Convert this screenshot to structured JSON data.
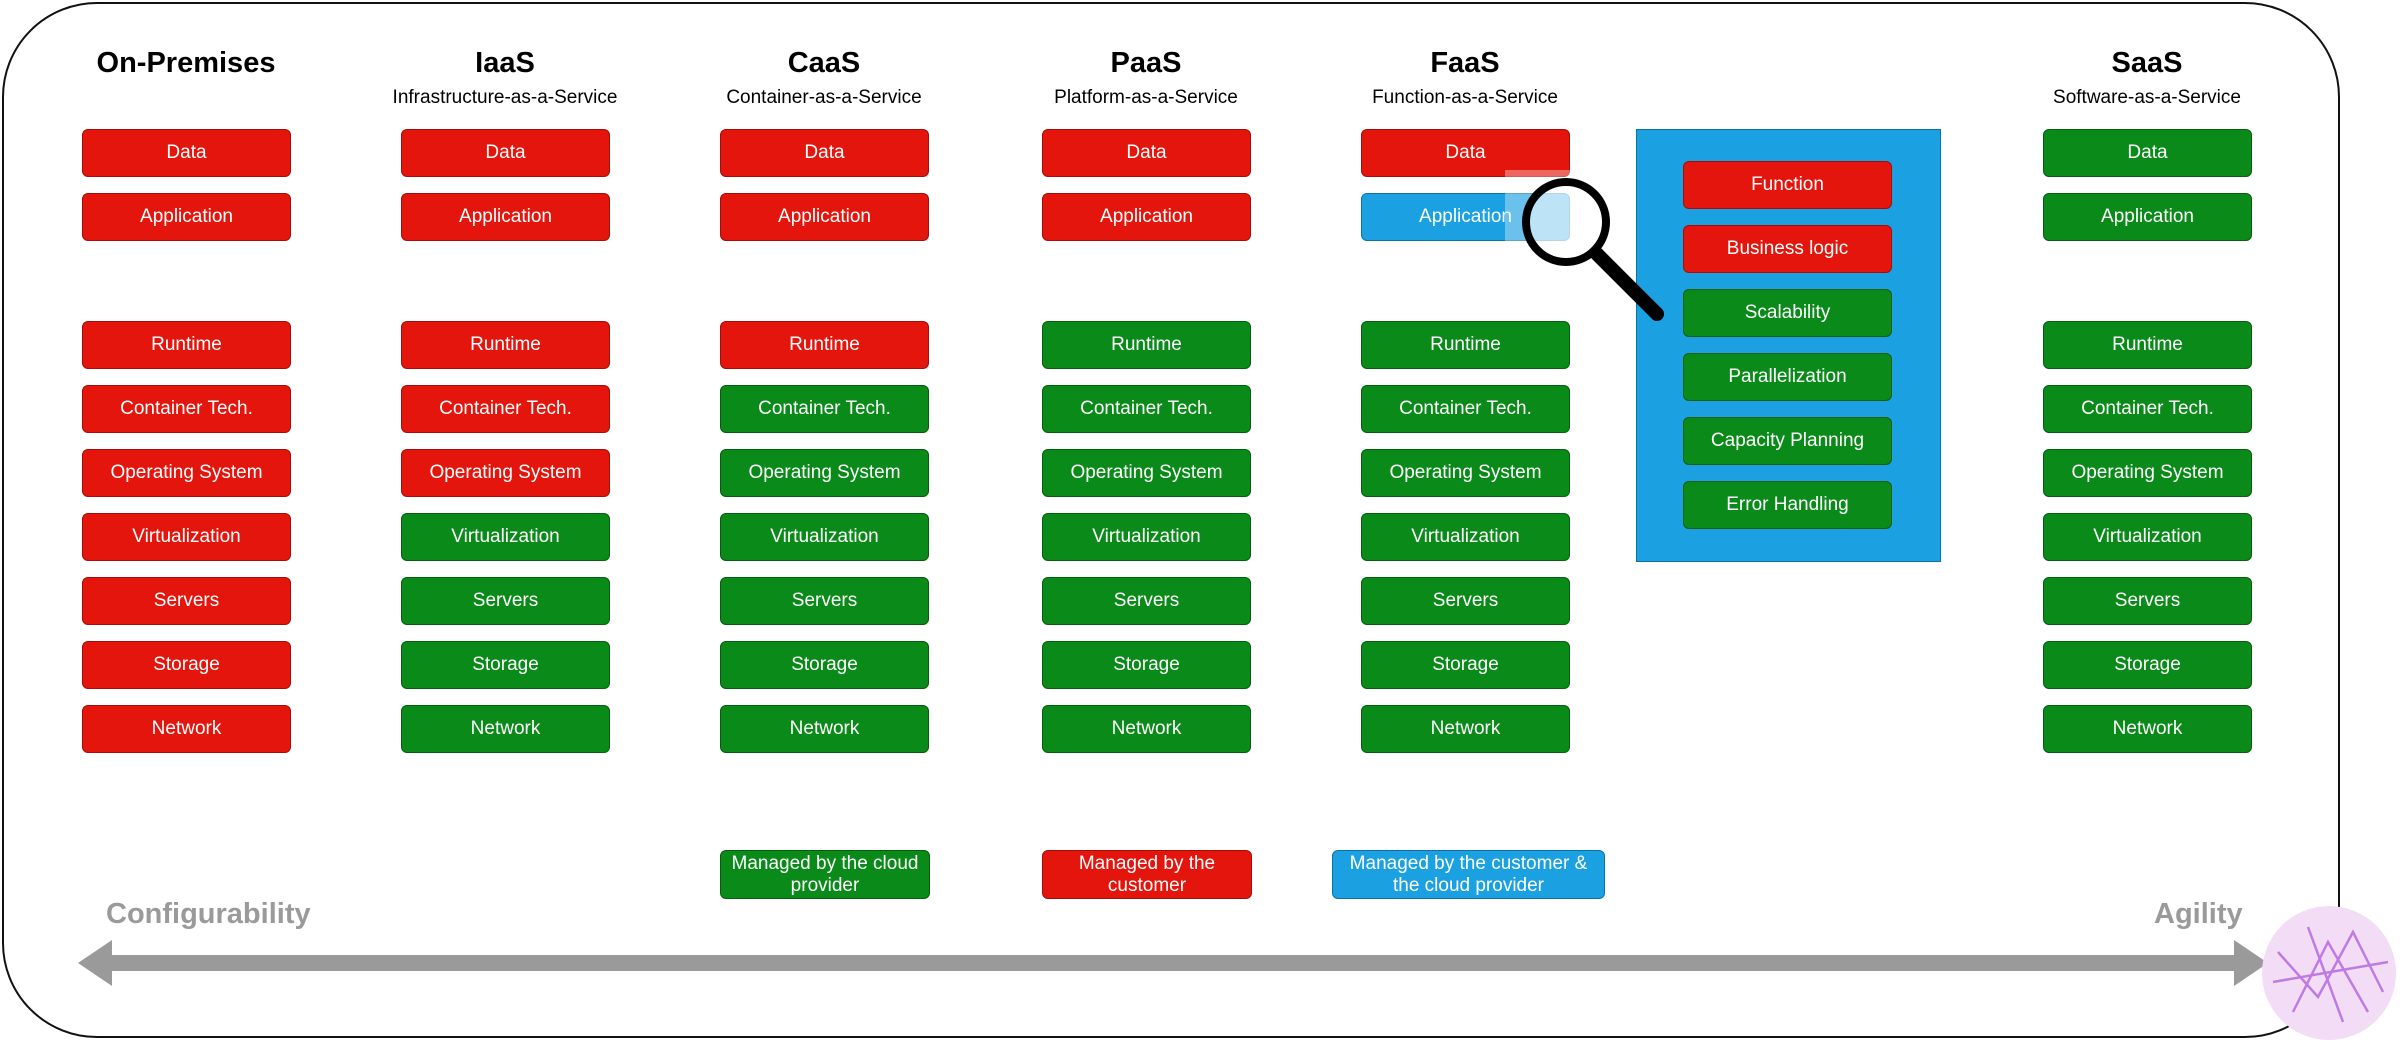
{
  "columns": [
    {
      "title": "On-Premises",
      "subtitle": "",
      "upper": [
        {
          "label": "Data",
          "color": "red"
        },
        {
          "label": "Application",
          "color": "red"
        }
      ],
      "lower": [
        {
          "label": "Runtime",
          "color": "red"
        },
        {
          "label": "Container Tech.",
          "color": "red"
        },
        {
          "label": "Operating System",
          "color": "red"
        },
        {
          "label": "Virtualization",
          "color": "red"
        },
        {
          "label": "Servers",
          "color": "red"
        },
        {
          "label": "Storage",
          "color": "red"
        },
        {
          "label": "Network",
          "color": "red"
        }
      ]
    },
    {
      "title": "IaaS",
      "subtitle": "Infrastructure-as-a-Service",
      "upper": [
        {
          "label": "Data",
          "color": "red"
        },
        {
          "label": "Application",
          "color": "red"
        }
      ],
      "lower": [
        {
          "label": "Runtime",
          "color": "red"
        },
        {
          "label": "Container Tech.",
          "color": "red"
        },
        {
          "label": "Operating System",
          "color": "red"
        },
        {
          "label": "Virtualization",
          "color": "green"
        },
        {
          "label": "Servers",
          "color": "green"
        },
        {
          "label": "Storage",
          "color": "green"
        },
        {
          "label": "Network",
          "color": "green"
        }
      ]
    },
    {
      "title": "CaaS",
      "subtitle": "Container-as-a-Service",
      "upper": [
        {
          "label": "Data",
          "color": "red"
        },
        {
          "label": "Application",
          "color": "red"
        }
      ],
      "lower": [
        {
          "label": "Runtime",
          "color": "red"
        },
        {
          "label": "Container Tech.",
          "color": "green"
        },
        {
          "label": "Operating System",
          "color": "green"
        },
        {
          "label": "Virtualization",
          "color": "green"
        },
        {
          "label": "Servers",
          "color": "green"
        },
        {
          "label": "Storage",
          "color": "green"
        },
        {
          "label": "Network",
          "color": "green"
        }
      ]
    },
    {
      "title": "PaaS",
      "subtitle": "Platform-as-a-Service",
      "upper": [
        {
          "label": "Data",
          "color": "red"
        },
        {
          "label": "Application",
          "color": "red"
        }
      ],
      "lower": [
        {
          "label": "Runtime",
          "color": "green"
        },
        {
          "label": "Container Tech.",
          "color": "green"
        },
        {
          "label": "Operating System",
          "color": "green"
        },
        {
          "label": "Virtualization",
          "color": "green"
        },
        {
          "label": "Servers",
          "color": "green"
        },
        {
          "label": "Storage",
          "color": "green"
        },
        {
          "label": "Network",
          "color": "green"
        }
      ]
    },
    {
      "title": "FaaS",
      "subtitle": "Function-as-a-Service",
      "upper": [
        {
          "label": "Data",
          "color": "red"
        },
        {
          "label": "Application",
          "color": "blue"
        }
      ],
      "lower": [
        {
          "label": "Runtime",
          "color": "green"
        },
        {
          "label": "Container Tech.",
          "color": "green"
        },
        {
          "label": "Operating System",
          "color": "green"
        },
        {
          "label": "Virtualization",
          "color": "green"
        },
        {
          "label": "Servers",
          "color": "green"
        },
        {
          "label": "Storage",
          "color": "green"
        },
        {
          "label": "Network",
          "color": "green"
        }
      ]
    },
    {
      "title": "SaaS",
      "subtitle": "Software-as-a-Service",
      "upper": [
        {
          "label": "Data",
          "color": "green"
        },
        {
          "label": "Application",
          "color": "green"
        }
      ],
      "lower": [
        {
          "label": "Runtime",
          "color": "green"
        },
        {
          "label": "Container Tech.",
          "color": "green"
        },
        {
          "label": "Operating System",
          "color": "green"
        },
        {
          "label": "Virtualization",
          "color": "green"
        },
        {
          "label": "Servers",
          "color": "green"
        },
        {
          "label": "Storage",
          "color": "green"
        },
        {
          "label": "Network",
          "color": "green"
        }
      ]
    }
  ],
  "faas_detail": [
    {
      "label": "Function",
      "color": "red"
    },
    {
      "label": "Business logic",
      "color": "red"
    },
    {
      "label": "Scalability",
      "color": "green"
    },
    {
      "label": "Parallelization",
      "color": "green"
    },
    {
      "label": "Capacity Planning",
      "color": "green"
    },
    {
      "label": "Error Handling",
      "color": "green"
    }
  ],
  "legend": {
    "cloud_provider": "Managed by the cloud provider",
    "customer": "Managed by the customer",
    "shared": "Managed by the customer & the cloud provider"
  },
  "axis": {
    "left_label": "Configurability",
    "right_label": "Agility"
  },
  "colors": {
    "red": "#e3150c",
    "green": "#0a8a18",
    "blue": "#1ba1e2",
    "axis_gray": "#9a9a9a"
  },
  "icons": {
    "magnifier": "magnifying-glass-icon",
    "watermark": "logo-watermark"
  }
}
